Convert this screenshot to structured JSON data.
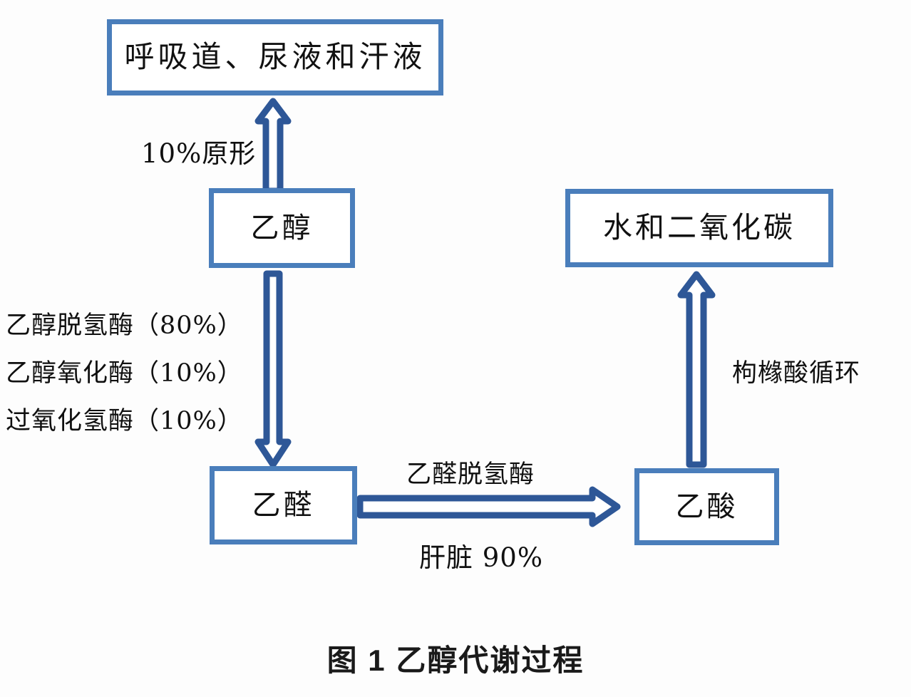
{
  "figure": {
    "caption": "图 1  乙醇代谢过程",
    "accent_box_color": "#4a7ebb",
    "accent_arrow_color": "#2e5797",
    "background_color": "#fdfdfd",
    "text_color": "#111111"
  },
  "nodes": {
    "excretion": "呼吸道、尿液和汗液",
    "ethanol": "乙醇",
    "acetaldehyde": "乙醛",
    "acetate": "乙酸",
    "water_co2": "水和二氧化碳"
  },
  "edges": {
    "ethanol_to_excretion": "10%原形",
    "ethanol_to_acetaldehyde_1": "乙醇脱氢酶（80%）",
    "ethanol_to_acetaldehyde_2": "乙醇氧化酶（10%）",
    "ethanol_to_acetaldehyde_3": "过氧化氢酶（10%）",
    "acetaldehyde_to_acetate_top": "乙醛脱氢酶",
    "acetaldehyde_to_acetate_bottom": "肝脏 90%",
    "acetate_to_water_co2": "枸橼酸循环"
  },
  "chart_data": {
    "type": "diagram",
    "title": "图 1  乙醇代谢过程",
    "nodes": [
      {
        "id": "excretion",
        "label": "呼吸道、尿液和汗液"
      },
      {
        "id": "ethanol",
        "label": "乙醇"
      },
      {
        "id": "acetaldehyde",
        "label": "乙醛"
      },
      {
        "id": "acetate",
        "label": "乙酸"
      },
      {
        "id": "water_co2",
        "label": "水和二氧化碳"
      }
    ],
    "links": [
      {
        "from": "ethanol",
        "to": "excretion",
        "labels": [
          "10%原形"
        ],
        "direction": "up"
      },
      {
        "from": "ethanol",
        "to": "acetaldehyde",
        "labels": [
          "乙醇脱氢酶（80%）",
          "乙醇氧化酶（10%）",
          "过氧化氢酶（10%）"
        ],
        "direction": "down"
      },
      {
        "from": "acetaldehyde",
        "to": "acetate",
        "labels": [
          "乙醛脱氢酶",
          "肝脏 90%"
        ],
        "direction": "right"
      },
      {
        "from": "acetate",
        "to": "water_co2",
        "labels": [
          "枸橼酸循环"
        ],
        "direction": "up"
      }
    ]
  }
}
